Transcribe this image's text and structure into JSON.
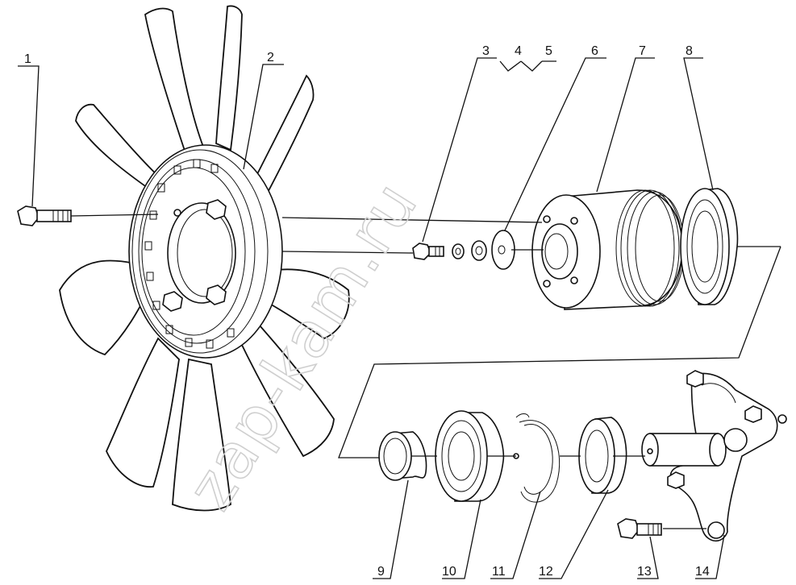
{
  "diagram": {
    "labels": [
      "1",
      "2",
      "3",
      "4",
      "5",
      "6",
      "7",
      "8",
      "9",
      "10",
      "11",
      "12",
      "13",
      "14"
    ],
    "watermark": "zap-kam.ru"
  }
}
